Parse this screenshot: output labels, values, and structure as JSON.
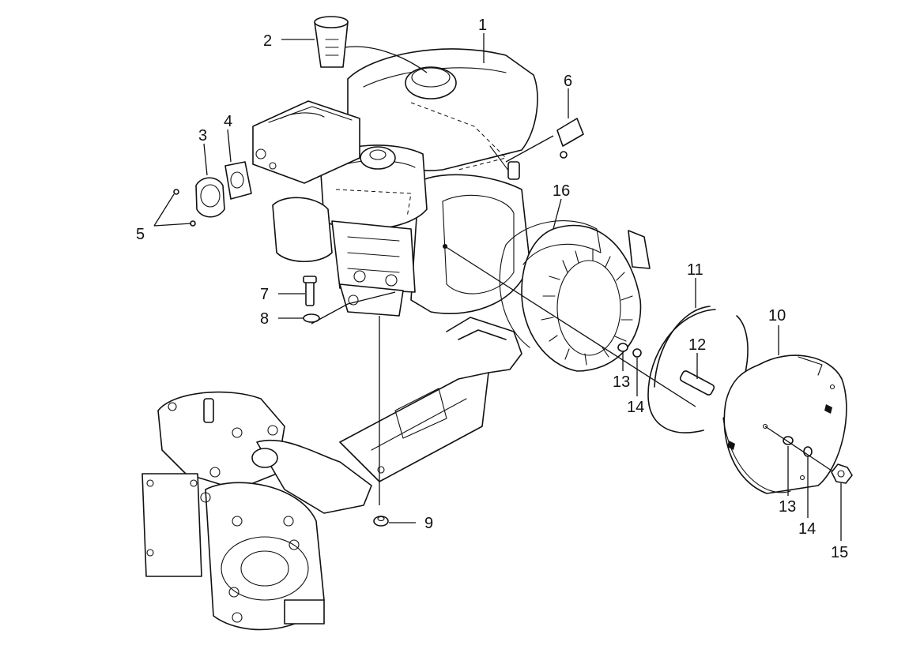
{
  "diagram": {
    "callouts": [
      "1",
      "2",
      "3",
      "4",
      "5",
      "6",
      "7",
      "8",
      "9",
      "10",
      "11",
      "12",
      "13",
      "14",
      "15",
      "16",
      "13",
      "14"
    ]
  },
  "colors": {
    "line": "#111111",
    "background": "#ffffff"
  }
}
